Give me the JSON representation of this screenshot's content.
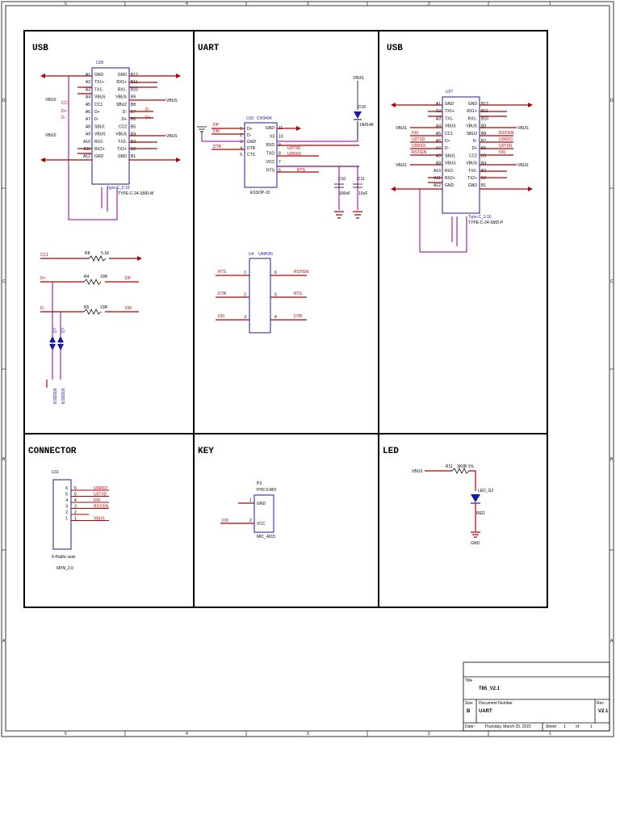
{
  "sections": {
    "usb_left": "USB",
    "uart": "UART",
    "usb_right": "USB",
    "connector": "CONNECTOR",
    "key": "KEY",
    "led": "LED"
  },
  "border": {
    "top_ticks": [
      "5",
      "4",
      "3",
      "2",
      "1"
    ],
    "bottom_ticks": [
      "5",
      "4",
      "3",
      "2",
      "1"
    ],
    "side_ticks": [
      "D",
      "C",
      "B",
      "A"
    ]
  },
  "u28": {
    "ref": "U28",
    "part": "TYPE-C-24-SMD-M",
    "sub": "Type-C_0.16",
    "left_pins": [
      "A1",
      "A2",
      "A3",
      "A4",
      "A5",
      "A6",
      "A7",
      "A8",
      "A9",
      "A10",
      "A11",
      "A12"
    ],
    "left_names": [
      "GND",
      "TX1+",
      "TX1-",
      "VBUS",
      "CC1",
      "D+",
      "D-",
      "SBU1",
      "VBUS",
      "RX2-",
      "RX2+",
      "GND"
    ],
    "right_pins": [
      "B12",
      "B11",
      "B10",
      "B9",
      "B8",
      "B7",
      "B6",
      "B5",
      "B4",
      "B3",
      "B2",
      "B1"
    ],
    "right_names": [
      "GND",
      "RX1+",
      "RX1-",
      "VBUS",
      "SBU2",
      "D-",
      "D+",
      "CC2",
      "VBUS",
      "TX2-",
      "TX2+",
      "GND"
    ]
  },
  "u27": {
    "ref": "U27",
    "part": "TYPE-C-24-SMD-P",
    "sub": "Type-C_0.16",
    "left_pins": [
      "A1",
      "A2",
      "A3",
      "A4",
      "A5",
      "A6",
      "A7",
      "A8",
      "A9",
      "A10",
      "A11",
      "A12"
    ],
    "left_names": [
      "GND",
      "TX1+",
      "TX1-",
      "VBUS",
      "CC1",
      "D+",
      "D-",
      "SBU1",
      "VBUS",
      "RX2-",
      "RX2+",
      "GND"
    ],
    "right_pins": [
      "B12",
      "B11",
      "B10",
      "B9",
      "B8",
      "B7",
      "B6",
      "B5",
      "B4",
      "B3",
      "B2",
      "B1"
    ],
    "right_names": [
      "GND",
      "RX1+",
      "RX1-",
      "VBUS",
      "SBU2",
      "D-",
      "D+",
      "CC2",
      "VBUS",
      "TX2-",
      "TX2+",
      "GND"
    ],
    "left_nets": [
      "IO0",
      "U0TXD",
      "U0RXD",
      "RST/EN"
    ],
    "right_nets": [
      "RST/EN",
      "U0RXD",
      "U0TXD",
      "IO0"
    ]
  },
  "usb_nets": {
    "vbus": "VBUS",
    "cc1": "CC1",
    "dp": "D+",
    "dm": "D-"
  },
  "u15": {
    "ref": "U15",
    "part": "CH340K",
    "package": "ESSOP-10",
    "left_pins": [
      "1",
      "2",
      "3",
      "4",
      "5"
    ],
    "left_names": [
      "D+",
      "D-",
      "GND",
      "DTR",
      "CTS"
    ],
    "right_pins": [
      "11",
      "10",
      "9",
      "8",
      "7",
      "6"
    ],
    "right_names": [
      "GND",
      "V3",
      "RXD",
      "TXD",
      "VCC",
      "RTS"
    ],
    "in_nets": [
      "DP",
      "DM",
      "DTR"
    ],
    "out_nets": [
      "U0TXD",
      "U0RXD",
      "RTS"
    ]
  },
  "d16": {
    "ref": "D16",
    "part": "1N4148",
    "net": "VBUS"
  },
  "c10": {
    "ref": "C10",
    "value": "100nF"
  },
  "c11": {
    "ref": "C11",
    "value": "10uF"
  },
  "u4": {
    "ref": "U4",
    "part": "UMH3N",
    "left_pins": [
      "1",
      "2",
      "3"
    ],
    "right_pins": [
      "6",
      "5",
      "4"
    ],
    "left_nets": [
      "RTS",
      "DTR",
      "IO0"
    ],
    "right_nets": [
      "RST/EN",
      "RTS",
      "DTR"
    ]
  },
  "resistors": {
    "r8": {
      "ref": "R8",
      "value": "5.1K",
      "left": "CC1",
      "right": ""
    },
    "r4": {
      "ref": "R4",
      "value": "10R",
      "left": "D+",
      "right": "DP"
    },
    "r5": {
      "ref": "R5",
      "value": "10R",
      "left": "D-",
      "right": "DM"
    }
  },
  "esd": {
    "d1": "ESD5D6",
    "d2": "ESD5D6",
    "ref1": "D?",
    "ref2": "D?"
  },
  "u11": {
    "ref": "U11",
    "part": "6-Public seat",
    "footprint": "6PIN_2.0",
    "pins": [
      "6",
      "5",
      "4",
      "3",
      "2",
      "1"
    ],
    "nets": [
      "U0RXD",
      "U0TXD",
      "IO0",
      "RST/EN",
      "",
      "VBUS"
    ]
  },
  "p3": {
    "ref": "P3",
    "part": "PH2.0-WO",
    "footprint": "MIC_4015",
    "pins": [
      "1",
      "2"
    ],
    "names": [
      "GND",
      "VCC"
    ],
    "net": "IO0"
  },
  "led": {
    "r11": "R11",
    "r11_value": "3K6B 1%",
    "led_ref": "LED_G2",
    "led_name": "RED",
    "vbus": "VBUS",
    "gnd": "GND"
  },
  "title_block": {
    "title_label": "Title",
    "title": "T85_V2.1",
    "size_label": "Size",
    "size": "B",
    "docnum_label": "Document Number",
    "docnum": "UART",
    "rev_label": "Rev",
    "rev": "V2.1",
    "date_label": "Date:",
    "date": "Thursday, March 25, 2021",
    "sheet_label": "Sheet",
    "sheet": "1",
    "of_label": "of",
    "of": "1"
  }
}
